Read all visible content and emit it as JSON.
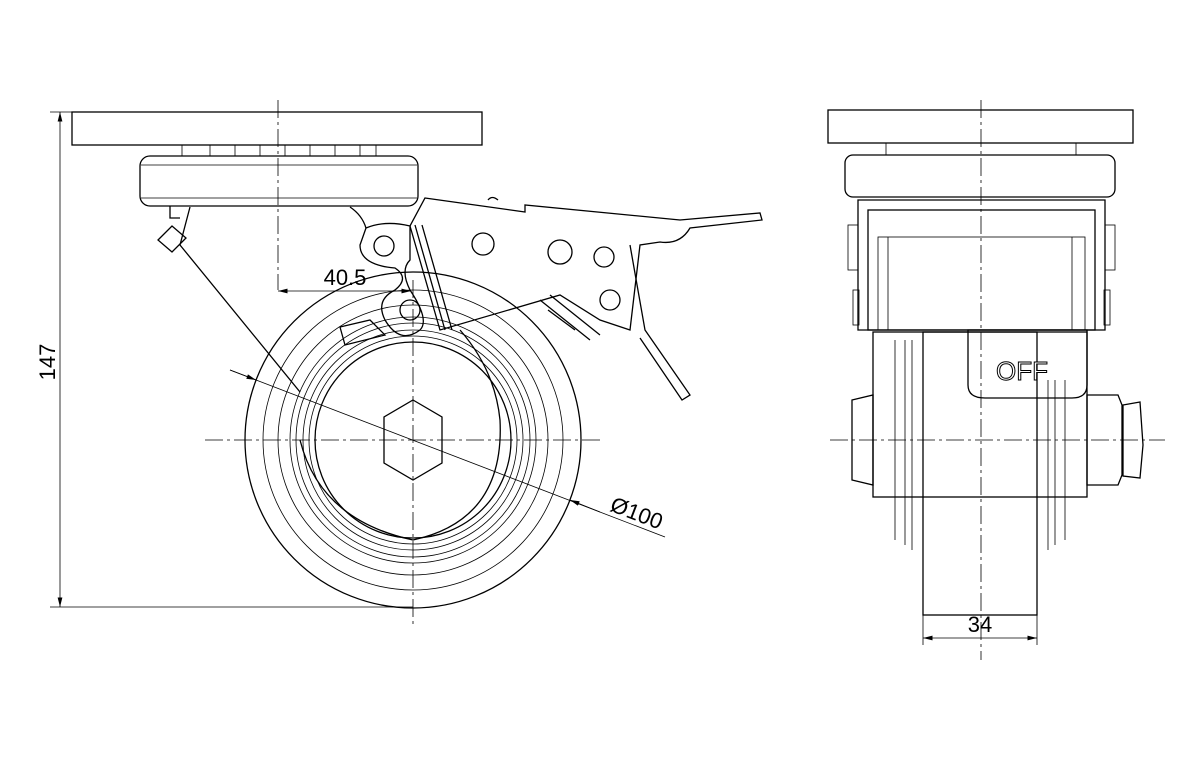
{
  "drawing": {
    "title": "Swivel caster with total brake - technical drawing",
    "dimensions": {
      "overall_height": "147",
      "offset": "40.5",
      "wheel_diameter": "Ø100",
      "wheel_width": "34"
    },
    "brake_label": "OFF"
  }
}
